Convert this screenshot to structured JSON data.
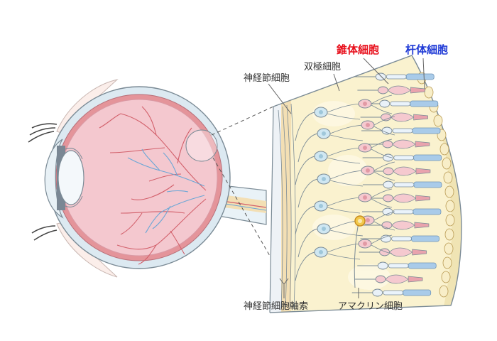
{
  "labels": {
    "cone": "錐体細胞",
    "rod": "杆体細胞",
    "bipolar": "双極細胞",
    "ganglion": "神経節細胞",
    "axon": "神経節細胞軸索",
    "amacrine": "アマクリン細胞"
  },
  "colors": {
    "cone_label": "#e8101c",
    "rod_label": "#1f3ad6",
    "outline": "#7b8b96",
    "sclera": "#dce9f1",
    "choroid": "#e4949a",
    "retina_bg": "#faf2cf",
    "eyeball": "#f4c8cf",
    "vessel_red": "#d2606b",
    "vessel_blue": "#6ba7d6",
    "cone_body": "#f5c9cf",
    "rod_seg": "#a9cbe9",
    "ganglion_body": "#cfe7f2",
    "amacrine_body": "#f2c94c",
    "epithelium": "#f0e4b4"
  }
}
